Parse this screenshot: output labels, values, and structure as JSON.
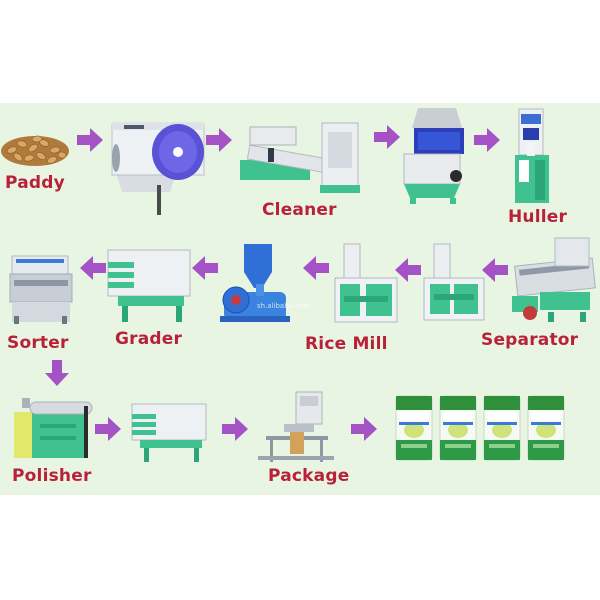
{
  "colors": {
    "panel": "#e9f5e3",
    "label": "#b8213a",
    "arrow": "#a552c7",
    "machine_green": "#3fc290",
    "machine_blue": "#2f6fd6",
    "machine_white": "#f2f4f6"
  },
  "stages": [
    {
      "id": "paddy",
      "label": "Paddy",
      "icon": "rice-grains-icon"
    },
    {
      "id": "cleaner",
      "label": "Cleaner",
      "icon": "cleaner-machine-icon"
    },
    {
      "id": "huller",
      "label": "Huller",
      "icon": "huller-machine-icon"
    },
    {
      "id": "separator",
      "label": "Separator",
      "icon": "separator-machine-icon"
    },
    {
      "id": "rice-mill",
      "label": "Rice Mill",
      "icon": "rice-mill-machine-icon"
    },
    {
      "id": "grader",
      "label": "Grader",
      "icon": "grader-machine-icon"
    },
    {
      "id": "sorter",
      "label": "Sorter",
      "icon": "color-sorter-icon"
    },
    {
      "id": "polisher",
      "label": "Polisher",
      "icon": "polisher-machine-icon"
    },
    {
      "id": "package",
      "label": "Package",
      "icon": "packing-machine-icon"
    }
  ],
  "watermark": "sh.alibaba.com"
}
